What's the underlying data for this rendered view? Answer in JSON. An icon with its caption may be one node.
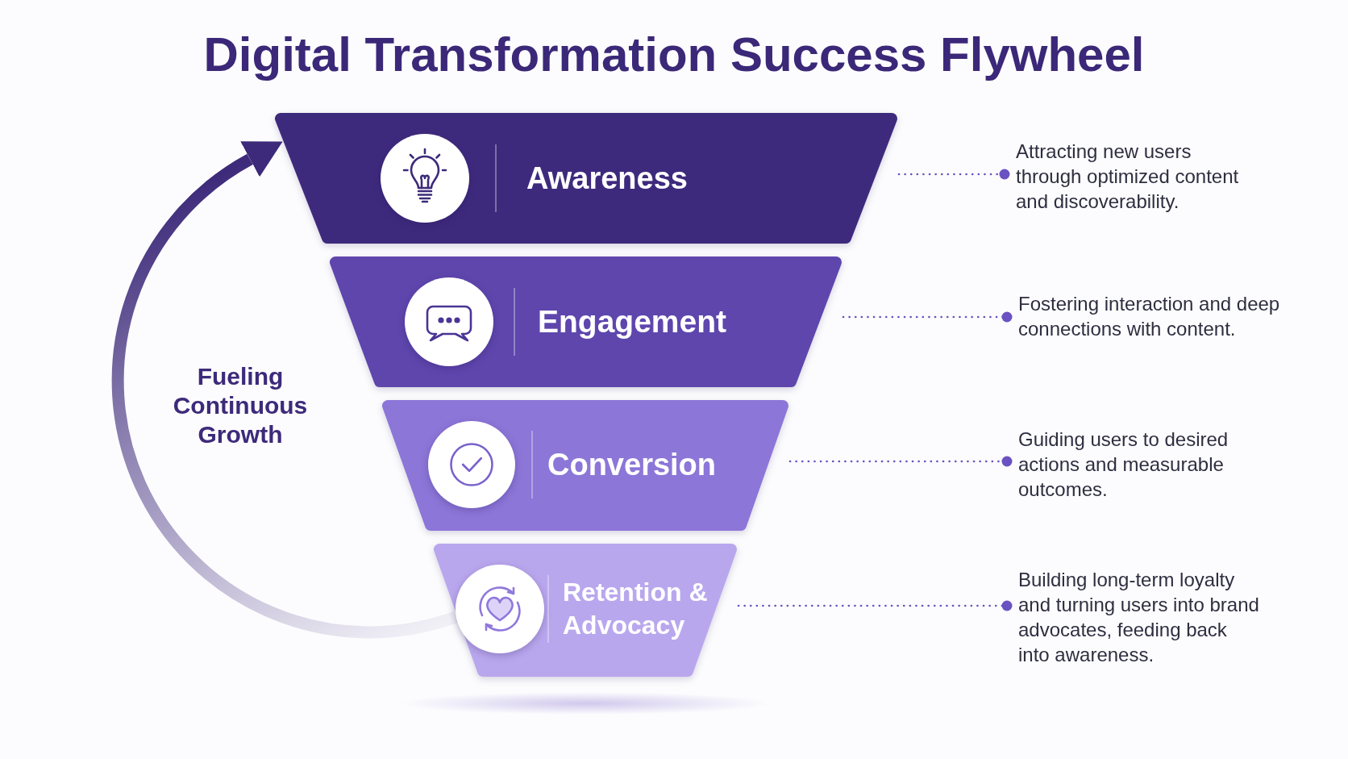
{
  "diagram": {
    "title": "Digital Transformation Success Flywheel",
    "nodes": [
      {
        "text": [
          "Awareness"
        ]
      },
      {
        "text": [
          "Attracting new users through optimized content and discoverability."
        ]
      },
      {
        "text": [
          "Engagement"
        ]
      },
      {
        "text": [
          "Fostering interaction and deep connections with content."
        ]
      },
      {
        "text": [
          "Conversion"
        ]
      },
      {
        "text": [
          "Guiding users to desired actions and measurable outcomes."
        ]
      },
      {
        "text": [
          "Retention & Advocacy"
        ]
      },
      {
        "text": [
          "Building long-term loyalty and turning users into brand advocates, feeding back into awareness."
        ]
      }
    ],
    "edges": [
      {
        "from": 0,
        "to": 1,
        "arrow": "other",
        "style": "dashed"
      },
      {
        "from": 2,
        "to": 3,
        "arrow": "other",
        "style": "dashed"
      },
      {
        "from": 4,
        "to": 5,
        "arrow": "other",
        "style": "dashed"
      },
      {
        "from": 6,
        "to": 7,
        "arrow": "other",
        "style": "dashed"
      },
      {
        "from": 6,
        "to": 0,
        "arrow": "to",
        "label": "Fueling Continuous Growth",
        "style": "thick",
        "color": "#3d2a7a"
      }
    ]
  }
}
